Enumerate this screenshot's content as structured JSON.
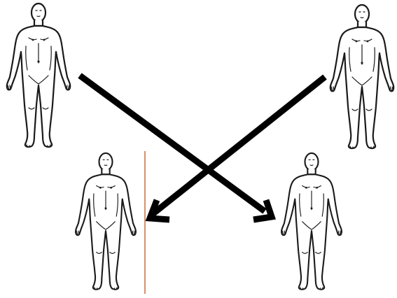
{
  "figures": [
    {
      "id": "figure-top-left"
    },
    {
      "id": "figure-top-right"
    },
    {
      "id": "figure-bottom-left"
    },
    {
      "id": "figure-bottom-right"
    }
  ],
  "colors": {
    "arrow": "#000000",
    "midline": "#c8622a",
    "outline": "#1a1a1a",
    "background": "#ffffff"
  },
  "icons": {
    "arrow_1": "arrow-down-right-icon",
    "arrow_2": "arrow-down-left-icon",
    "line": "vertical-reference-line"
  }
}
